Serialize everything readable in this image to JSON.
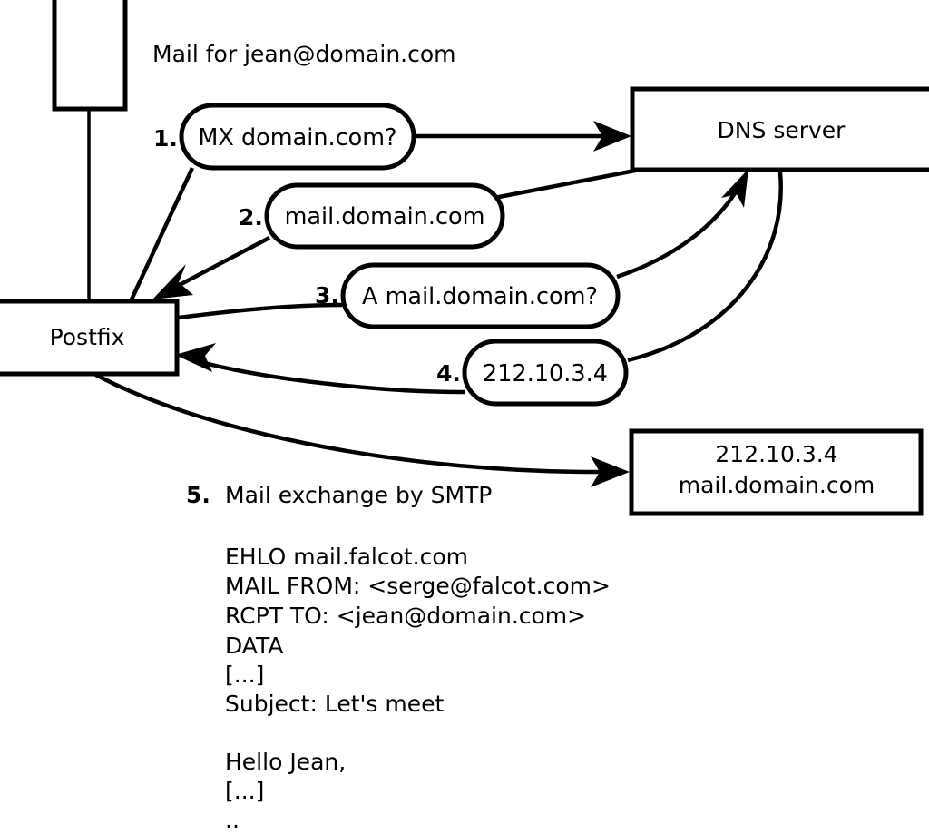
{
  "diagram": {
    "title_label": "Mail for jean@domain.com",
    "nodes": {
      "sender_box": "",
      "postfix": "Postfix",
      "dns_server": "DNS server",
      "target_server_line1": "212.10.3.4",
      "target_server_line2": "mail.domain.com"
    },
    "steps": [
      {
        "num": "1.",
        "label": "MX domain.com?"
      },
      {
        "num": "2.",
        "label": "mail.domain.com"
      },
      {
        "num": "3.",
        "label": "A mail.domain.com?"
      },
      {
        "num": "4.",
        "label": "212.10.3.4"
      },
      {
        "num": "5.",
        "label": "Mail exchange by SMTP"
      }
    ],
    "smtp_transcript": [
      "EHLO mail.falcot.com",
      "MAIL FROM: <serge@falcot.com>",
      "RCPT TO: <jean@domain.com>",
      "DATA",
      "[...]",
      "Subject: Let's meet",
      "",
      "Hello Jean,",
      "[...]",
      ".."
    ],
    "colors": {
      "stroke": "#000000",
      "fill": "#ffffff",
      "text": "#000000"
    }
  }
}
